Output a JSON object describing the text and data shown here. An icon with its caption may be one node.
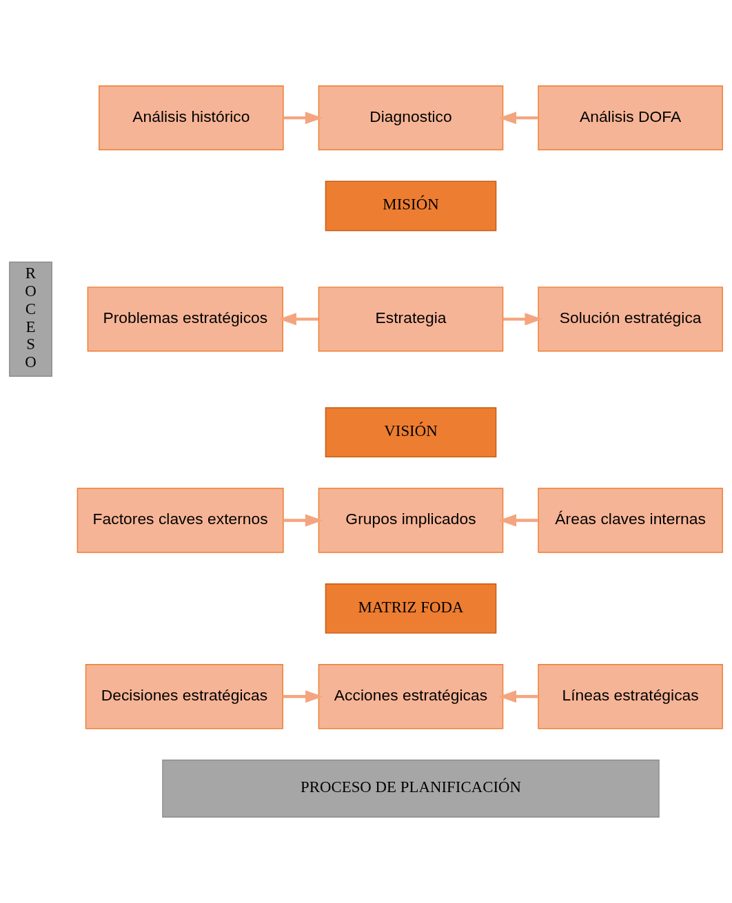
{
  "diagram": {
    "nodes": [
      {
        "text": [
          "Análisis histórico"
        ]
      },
      {
        "text": [
          "Diagnostico"
        ]
      },
      {
        "text": [
          "Análisis DOFA"
        ]
      },
      {
        "text": [
          "MISIÓN"
        ]
      },
      {
        "text": [
          "Problemas estratégicos"
        ]
      },
      {
        "text": [
          "Estrategia"
        ]
      },
      {
        "text": [
          "Solución estratégica"
        ]
      },
      {
        "text": [
          "VISIÓN"
        ]
      },
      {
        "text": [
          "Factores claves externos"
        ]
      },
      {
        "text": [
          "Grupos implicados"
        ]
      },
      {
        "text": [
          "Áreas claves internas"
        ]
      },
      {
        "text": [
          "MATRIZ FODA"
        ]
      },
      {
        "text": [
          "Decisiones estratégicas"
        ]
      },
      {
        "text": [
          "Acciones estratégicas"
        ]
      },
      {
        "text": [
          "Líneas estratégicas"
        ]
      },
      {
        "text": [
          "R O C E S O"
        ]
      },
      {
        "text": [
          "PROCESO DE PLANIFICACIÓN"
        ]
      }
    ],
    "edges": [
      {
        "from": 0,
        "to": 1,
        "arrow": "to"
      },
      {
        "from": 2,
        "to": 1,
        "arrow": "to"
      },
      {
        "from": 5,
        "to": 4,
        "arrow": "to"
      },
      {
        "from": 5,
        "to": 6,
        "arrow": "to"
      },
      {
        "from": 8,
        "to": 9,
        "arrow": "to"
      },
      {
        "from": 10,
        "to": 9,
        "arrow": "to"
      },
      {
        "from": 12,
        "to": 13,
        "arrow": "to"
      },
      {
        "from": 14,
        "to": 13,
        "arrow": "to"
      }
    ]
  }
}
